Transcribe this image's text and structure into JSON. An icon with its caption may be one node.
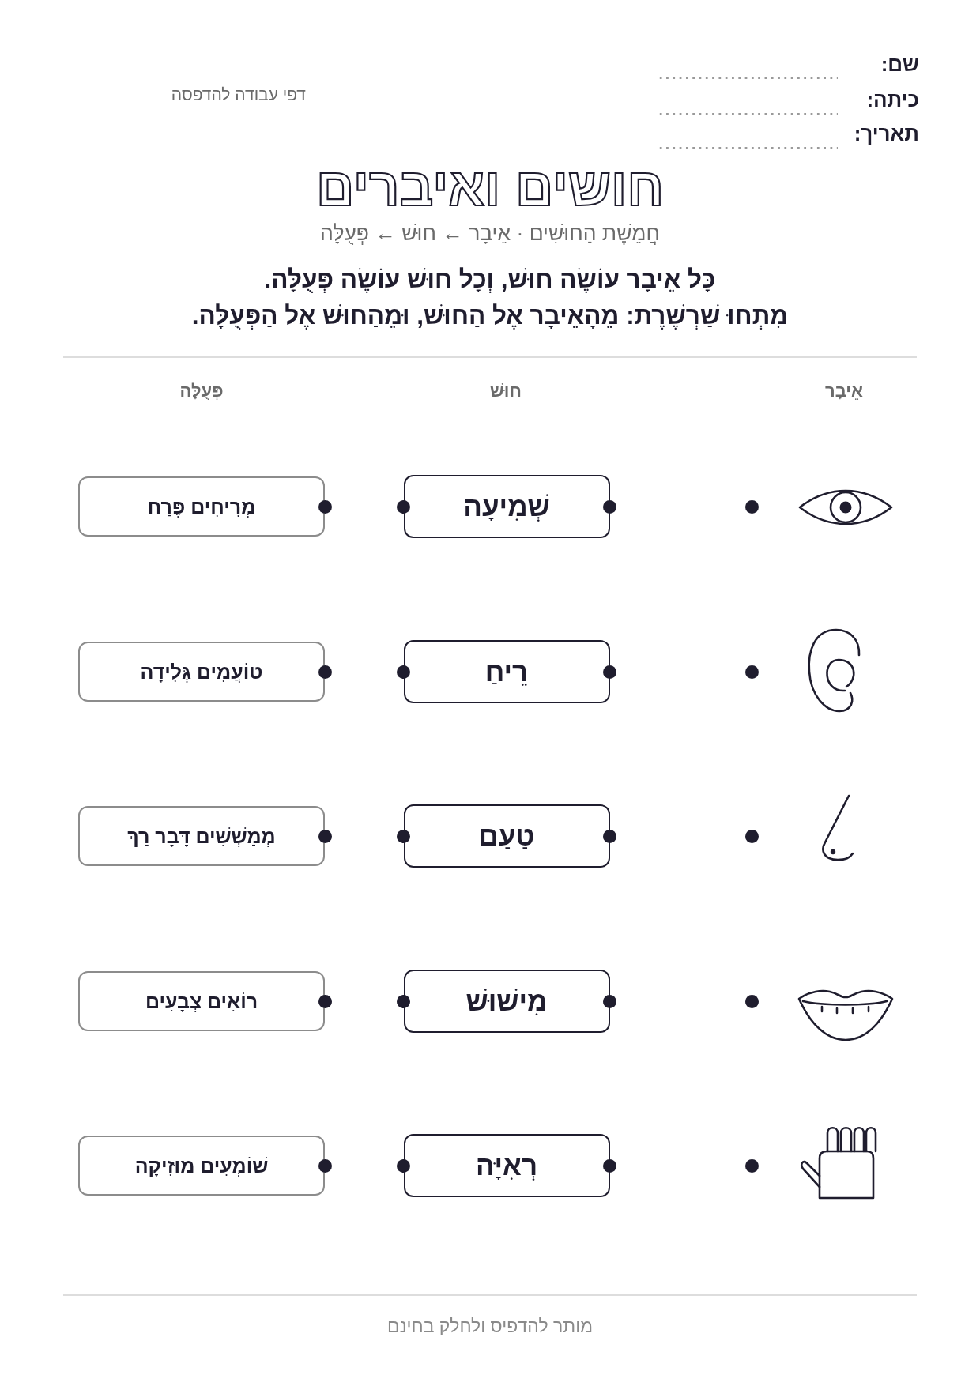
{
  "diagram": {
    "title": "חושים ואיברים",
    "nodes": [
      {
        "text": [
          "שְׁמִיעָה"
        ]
      },
      {
        "text": [
          "מְרִיחִים פֶּרַח"
        ]
      },
      {
        "text": [
          "רֵיחַ"
        ]
      },
      {
        "text": [
          "טוֹעֲמִים גְּלִידָה"
        ]
      },
      {
        "text": [
          "טַעַם"
        ]
      },
      {
        "text": [
          "מְמַשְׁשִׁים דָּבָר רַךְ"
        ]
      },
      {
        "text": [
          "מִישׁוּשׁ"
        ]
      },
      {
        "text": [
          "רוֹאִים צְבָעִים"
        ]
      },
      {
        "text": [
          "רְאִיָּה"
        ]
      },
      {
        "text": [
          "שׁוֹמְעִים מוּזִיקָה"
        ]
      }
    ],
    "labels": [
      "שם:",
      "דפי עבודה להדפסה",
      "כיתה:",
      "תאריך:",
      "חֲמֵשֶׁת הַחוּשִׁים · אֵיבָר ← חוּשׁ ← פְּעֻלָּה",
      "כָּל אֵיבָר עוֹשֶׂה חוּשׁ, וְכָל חוּשׁ עוֹשֶׂה פְּעֻלָּה.",
      "מִתְחוּ שַׁרְשֶׁרֶת: מֵהָאֵיבָר אֶל הַחוּשׁ, וּמֵהַחוּשׁ אֶל הַפְּעֻלָּה.",
      "אֵיבָר",
      "חוּשׁ",
      "פְּעֻלָּה",
      "מותר להדפיס ולחלק בחינם"
    ]
  }
}
